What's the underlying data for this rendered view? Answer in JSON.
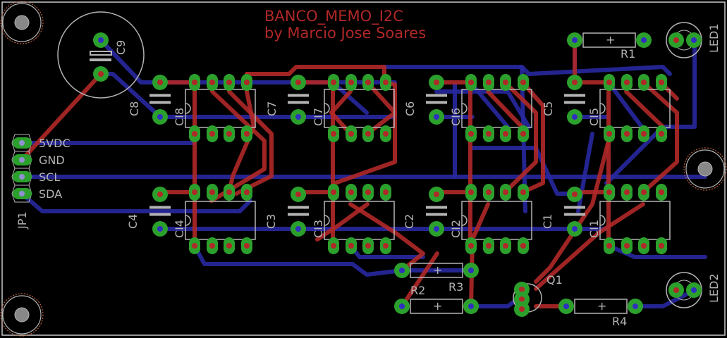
{
  "board": {
    "title_line1": "BANCO_MEMO_I2C",
    "title_line2": "by Marcio Jose Soares",
    "colors": {
      "background": "#000000",
      "top_copper": "#b02828",
      "bottom_copper": "#2828a0",
      "pad": "#2ca02c",
      "silkscreen": "#b4b4b4",
      "outline": "#c8c8c8"
    }
  },
  "connector": {
    "name": "JP1",
    "pins": [
      "5VDC",
      "GND",
      "SCL",
      "SDA"
    ]
  },
  "ics": {
    "top": [
      "CI8",
      "CI7",
      "CI6",
      "CI5"
    ],
    "bottom": [
      "CI4",
      "CI3",
      "CI2",
      "CI1"
    ]
  },
  "caps": {
    "top": [
      "C8",
      "C7",
      "C6",
      "C5"
    ],
    "bottom": [
      "C4",
      "C3",
      "C2",
      "C1"
    ],
    "electrolytic": "C9"
  },
  "resistors": [
    "R1",
    "R2",
    "R3",
    "R4"
  ],
  "transistor": "Q1",
  "leds": [
    "LED1",
    "LED2"
  ]
}
